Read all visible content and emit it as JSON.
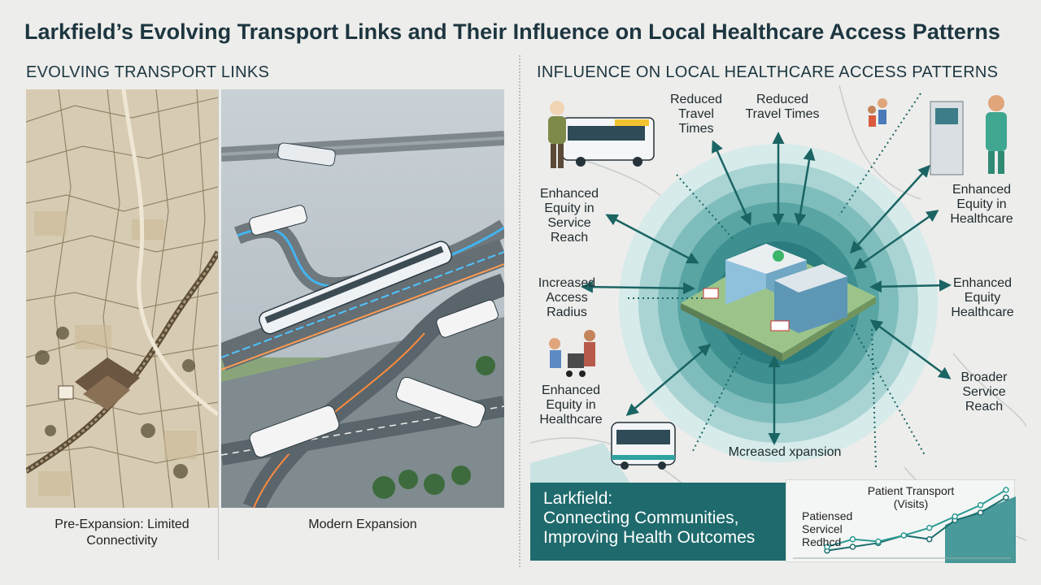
{
  "title": "Larkfield’s Evolving Transport Links and Their Influence on Local Healthcare Access Patterns",
  "left_section": {
    "heading": "EVOLVING TRANSPORT LINKS",
    "old_caption": [
      "Pre-Expansion: Limited",
      "Connectivity"
    ],
    "new_caption": "Modern Expansion"
  },
  "right_section": {
    "heading": "INFLUENCE ON LOCAL HEALTHCARE ACCESS PATTERNS",
    "labels": {
      "reduced_1": [
        "Reduced",
        "Travel",
        "Times"
      ],
      "reduced_2": [
        "Reduced",
        "Travel Times"
      ],
      "equity_reach": [
        "Enhanced",
        "Equity in",
        "Service",
        "Reach"
      ],
      "equity_healthcare_right": [
        "Enhanced",
        "Equity in",
        "Healthcare"
      ],
      "access_radius": [
        "Increased",
        "Access",
        "Radius"
      ],
      "equity_healthcare_mid": [
        "Enhanced",
        "Equity",
        "Healthcare"
      ],
      "equity_healthcare_left": [
        "Enhanced",
        "Equity in",
        "Healthcare"
      ],
      "broader_reach": [
        "Broader",
        "Service",
        "Reach"
      ],
      "increased_expansion": "Mcreased xpansion"
    },
    "banner": [
      "Larkfield:",
      "Connecting Communities,",
      "Improving Health Outcomes"
    ],
    "mini_chart": {
      "title": [
        "Patient Transport",
        "(Visits)"
      ],
      "side_labels": [
        "Patiensed",
        "Servicel",
        "Redhcd"
      ]
    }
  },
  "colors": {
    "teal_dark": "#1e6a6c",
    "teal_mid": "#3f9a9a",
    "teal_light": "#b7dada",
    "arrow": "#1b6464",
    "hospital_glass": "#6fa7c4"
  },
  "chart_data": {
    "type": "line",
    "title": "Patient Transport (Visits)",
    "series": [
      {
        "values": [
          1,
          1.5,
          2,
          3,
          2.5,
          5,
          6,
          8
        ]
      },
      {
        "values": [
          1.5,
          2.5,
          2.2,
          3,
          4,
          5.5,
          7,
          9
        ]
      }
    ]
  }
}
